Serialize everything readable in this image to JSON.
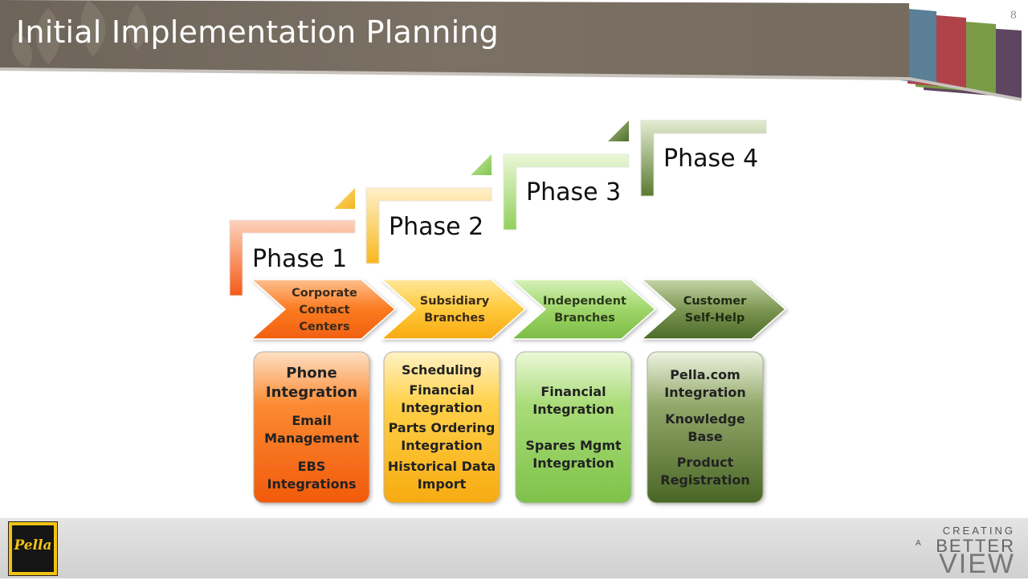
{
  "slide": {
    "title": "Initial Implementation Planning",
    "number": "8"
  },
  "phases": [
    {
      "label": "Phase 1",
      "arrow": [
        "Corporate",
        "Contact",
        "Centers"
      ],
      "items": [
        "Phone",
        "Integration",
        "Email",
        "Management",
        "EBS",
        "Integrations"
      ],
      "colors": {
        "top": "#fde0c4",
        "mid": "#fb8a32",
        "bottom": "#f15a0c"
      }
    },
    {
      "label": "Phase 2",
      "arrow": [
        "Subsidiary",
        "Branches"
      ],
      "items": [
        "Scheduling",
        "Financial",
        "Integration",
        "Parts Ordering",
        "Integration",
        "Historical Data",
        "Import"
      ],
      "colors": {
        "top": "#fff2c4",
        "mid": "#ffd048",
        "bottom": "#f7ab10"
      }
    },
    {
      "label": "Phase 3",
      "arrow": [
        "Independent",
        "Branches"
      ],
      "items": [
        "Financial",
        "Integration",
        "Spares Mgmt",
        "Integration"
      ],
      "colors": {
        "top": "#eaf8d8",
        "mid": "#a9dc78",
        "bottom": "#7ec24a"
      }
    },
    {
      "label": "Phase 4",
      "arrow": [
        "Customer",
        "Self-Help"
      ],
      "items": [
        "Pella.com",
        "Integration",
        "Knowledge",
        "Base",
        "Product",
        "Registration"
      ],
      "colors": {
        "top": "#eef3e2",
        "mid": "#92a86a",
        "bottom": "#4a6626"
      }
    }
  ],
  "footer": {
    "logo": "Pella",
    "tagline": {
      "line1": "CREATING",
      "line2a": "A",
      "line2b": "BETTER",
      "line3": "VIEW"
    }
  }
}
